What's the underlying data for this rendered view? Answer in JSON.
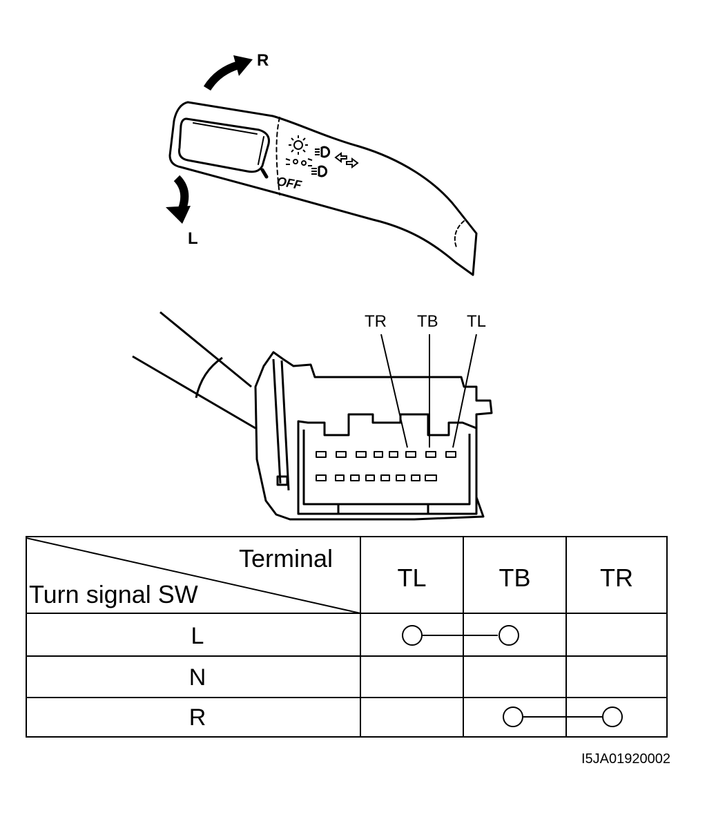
{
  "arrows": {
    "right": "R",
    "left": "L"
  },
  "lever_symbols": {
    "off": "OFF"
  },
  "terminal_labels": [
    "TR",
    "TB",
    "TL"
  ],
  "table": {
    "header_terminal": "Terminal",
    "header_switch": "Turn signal SW",
    "columns": [
      "TL",
      "TB",
      "TR"
    ],
    "rows": [
      {
        "position": "L",
        "connected": [
          "TL",
          "TB"
        ]
      },
      {
        "position": "N",
        "connected": []
      },
      {
        "position": "R",
        "connected": [
          "TB",
          "TR"
        ]
      }
    ]
  },
  "figure_id": "I5JA01920002"
}
